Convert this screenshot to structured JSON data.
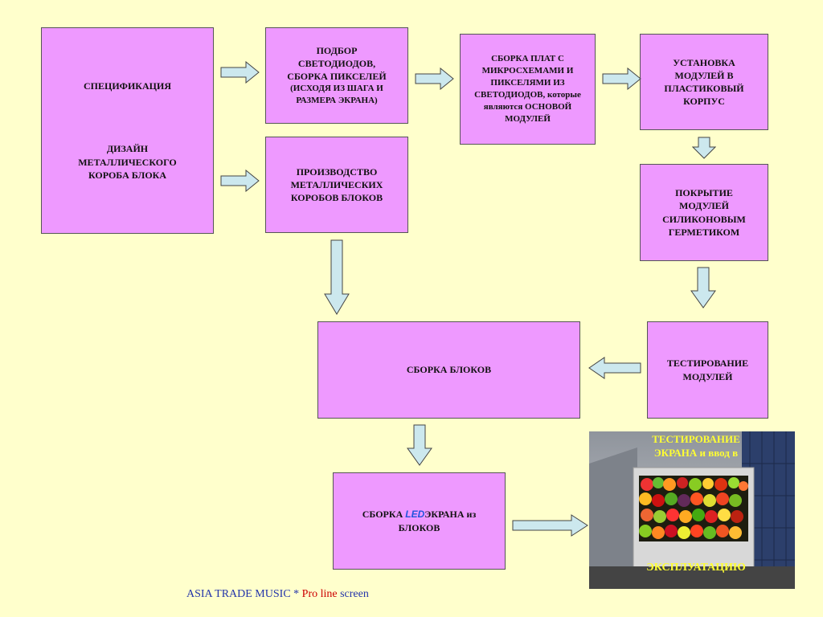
{
  "boxes": {
    "spec": {
      "line1": "СПЕЦИФИКАЦИЯ",
      "line2": "ДИЗАЙН",
      "line3": "МЕТАЛЛИЧЕСКОГО",
      "line4": "КОРОБА БЛОКА"
    },
    "led_select": {
      "line1": "ПОДБОР",
      "line2": "СВЕТОДИОДОВ,",
      "line3": "СБОРКА ПИКСЕЛЕЙ",
      "line4": "(ИСХОДЯ ИЗ ШАГА И",
      "line5": "РАЗМЕРА ЭКРАНА)"
    },
    "boards": {
      "line1": "СБОРКА ПЛАТ С",
      "line2": "МИКРОСХЕМАМИ И",
      "line3": "ПИКСЕЛЯМИ ИЗ",
      "line4": "СВЕТОДИОДОВ, которые",
      "line5": "являются  ОСНОВОЙ",
      "line6": "МОДУЛЕЙ"
    },
    "install": {
      "line1": "УСТАНОВКА",
      "line2": "МОДУЛЕЙ В",
      "line3": "ПЛАСТИКОВЫЙ",
      "line4": "КОРПУС"
    },
    "metal": {
      "line1": "ПРОИЗВОДСТВО",
      "line2": "МЕТАЛЛИЧЕСКИХ",
      "line3": "КОРОБОВ БЛОКОВ"
    },
    "coating": {
      "line1": "ПОКРЫТИЕ",
      "line2": "МОДУЛЕЙ",
      "line3": "СИЛИКОНОВЫМ",
      "line4": "ГЕРМЕТИКОМ"
    },
    "assembly": {
      "line1": "СБОРКА БЛОКОВ"
    },
    "testing": {
      "line1": "ТЕСТИРОВАНИЕ",
      "line2": "МОДУЛЕЙ"
    },
    "led_screen": {
      "pre": "СБОРКА ",
      "led": "LED",
      "post": "ЭКРАНА из",
      "line2": "БЛОКОВ"
    }
  },
  "photo": {
    "caption_top1": "ТЕСТИРОВАНИЕ",
    "caption_top2": "ЭКРАНА и ввод в",
    "caption_bottom": "ЭКСПЛУАТАЦИЮ"
  },
  "footer": {
    "part1": "ASIA TRADE MUSIC * ",
    "part2": "Pro line",
    "part3": " screen"
  },
  "colors": {
    "box_fill": "#ee99ff",
    "arrow_fill": "#cce8ee",
    "background": "#ffffcc",
    "caption": "#ffff33",
    "led": "#2255dd"
  }
}
